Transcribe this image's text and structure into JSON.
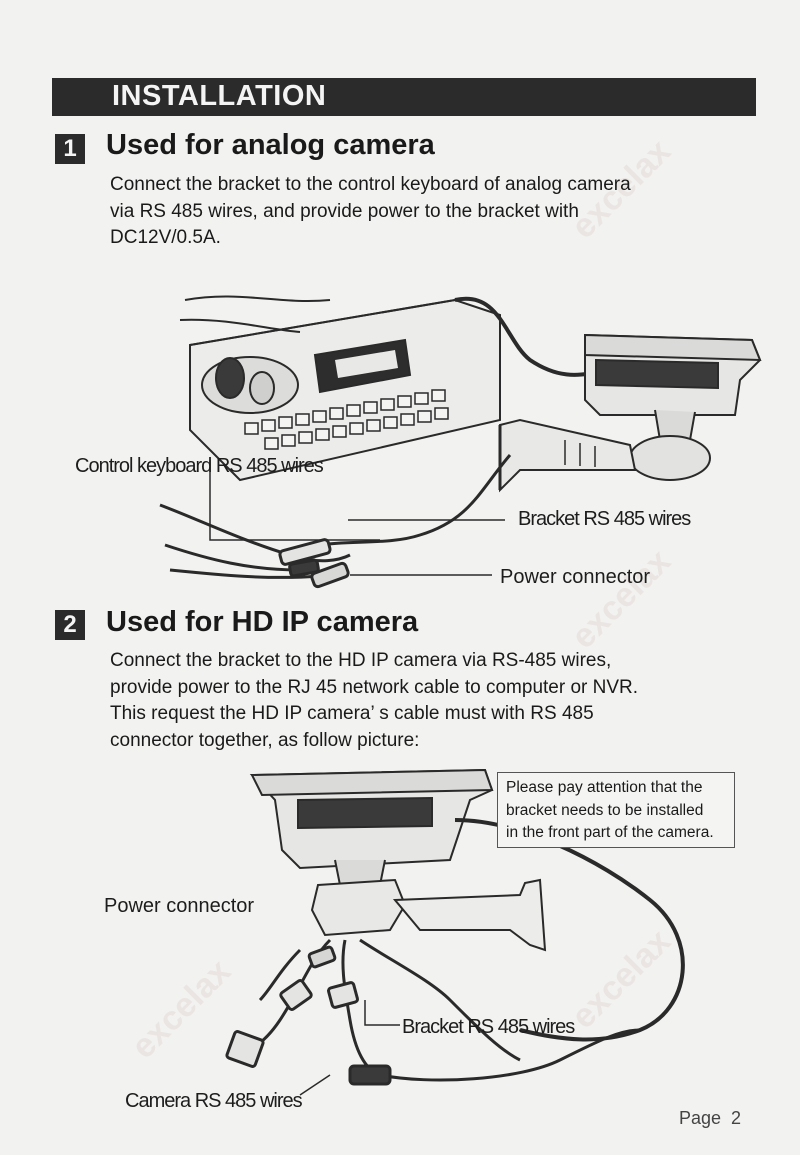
{
  "header": {
    "title": "INSTALLATION"
  },
  "section1": {
    "number": "1",
    "title": "Used for analog camera",
    "lines": [
      "Connect the bracket to the control keyboard of analog camera",
      "via RS 485 wires, and provide power to the bracket with",
      "DC12V/0.5A."
    ],
    "labels": {
      "keyboard_wires": "Control keyboard RS 485 wires",
      "bracket_wires": "Bracket RS 485 wires",
      "power": "Power connector"
    }
  },
  "section2": {
    "number": "2",
    "title": "Used for HD IP camera",
    "lines": [
      "Connect the bracket to the HD IP camera via RS-485 wires,",
      "provide power to the RJ 45 network cable to computer or NVR.",
      "This request the HD IP camera’ s cable must with RS 485",
      "connector together, as follow picture:"
    ],
    "note": [
      "Please pay attention that the",
      "bracket needs to be installed",
      "in the front part of the camera."
    ],
    "labels": {
      "power": "Power connector",
      "bracket_wires": "Bracket RS 485 wires",
      "camera_wires": "Camera RS 485 wires"
    }
  },
  "footer": {
    "page": "Page  2"
  },
  "watermark": "excelax"
}
